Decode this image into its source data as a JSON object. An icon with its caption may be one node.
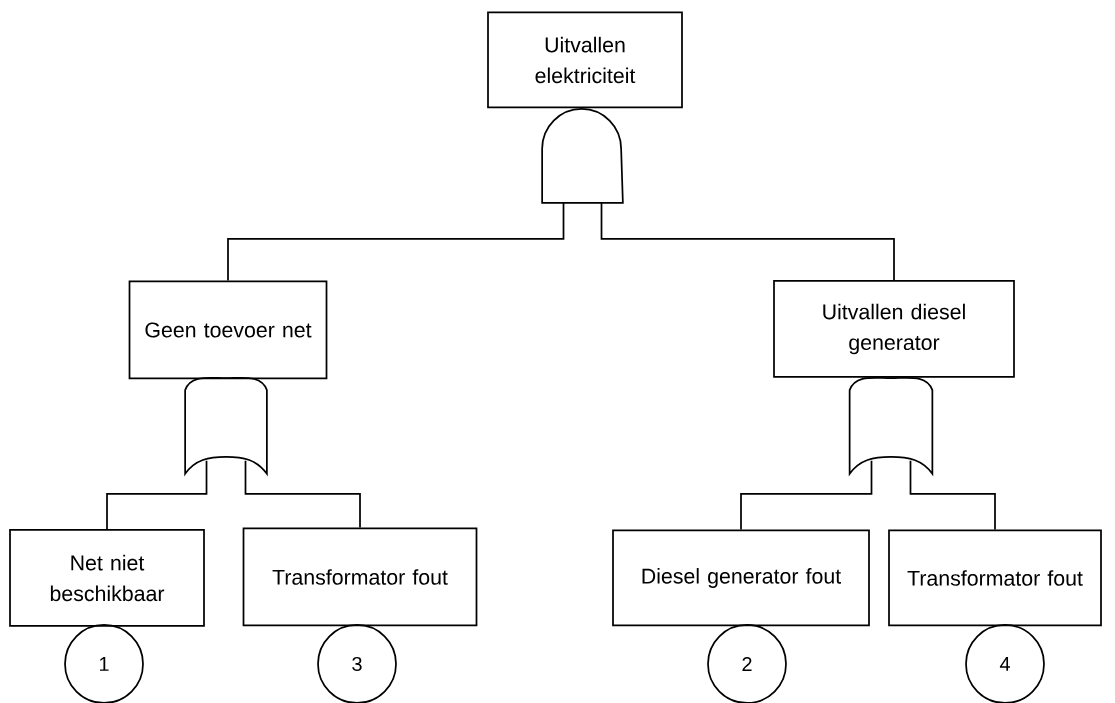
{
  "diagram": {
    "nodes": [
      {
        "text": [
          "Uitvallen elektriciteit"
        ]
      },
      {
        "text": [],
        "shape": "and-gate"
      },
      {
        "text": [
          "Geen toevoer net"
        ]
      },
      {
        "text": [
          "Uitvallen diesel generator"
        ]
      },
      {
        "text": [],
        "shape": "or-gate"
      },
      {
        "text": [],
        "shape": "or-gate"
      },
      {
        "text": [
          "Net niet beschikbaar"
        ]
      },
      {
        "text": [
          "Transformator fout"
        ]
      },
      {
        "text": [
          "Diesel generator fout"
        ]
      },
      {
        "text": [
          "Transformator fout"
        ]
      },
      {
        "text": [
          "1"
        ]
      },
      {
        "text": [
          "3"
        ]
      },
      {
        "text": [
          "2"
        ]
      },
      {
        "text": [
          "4"
        ]
      }
    ],
    "edges": [
      {
        "from": 1,
        "to": 2,
        "arrow": "none"
      },
      {
        "from": 1,
        "to": 3,
        "arrow": "none"
      },
      {
        "from": 4,
        "to": 6,
        "arrow": "none"
      },
      {
        "from": 4,
        "to": 7,
        "arrow": "none"
      },
      {
        "from": 5,
        "to": 8,
        "arrow": "none"
      },
      {
        "from": 5,
        "to": 9,
        "arrow": "none"
      }
    ]
  }
}
